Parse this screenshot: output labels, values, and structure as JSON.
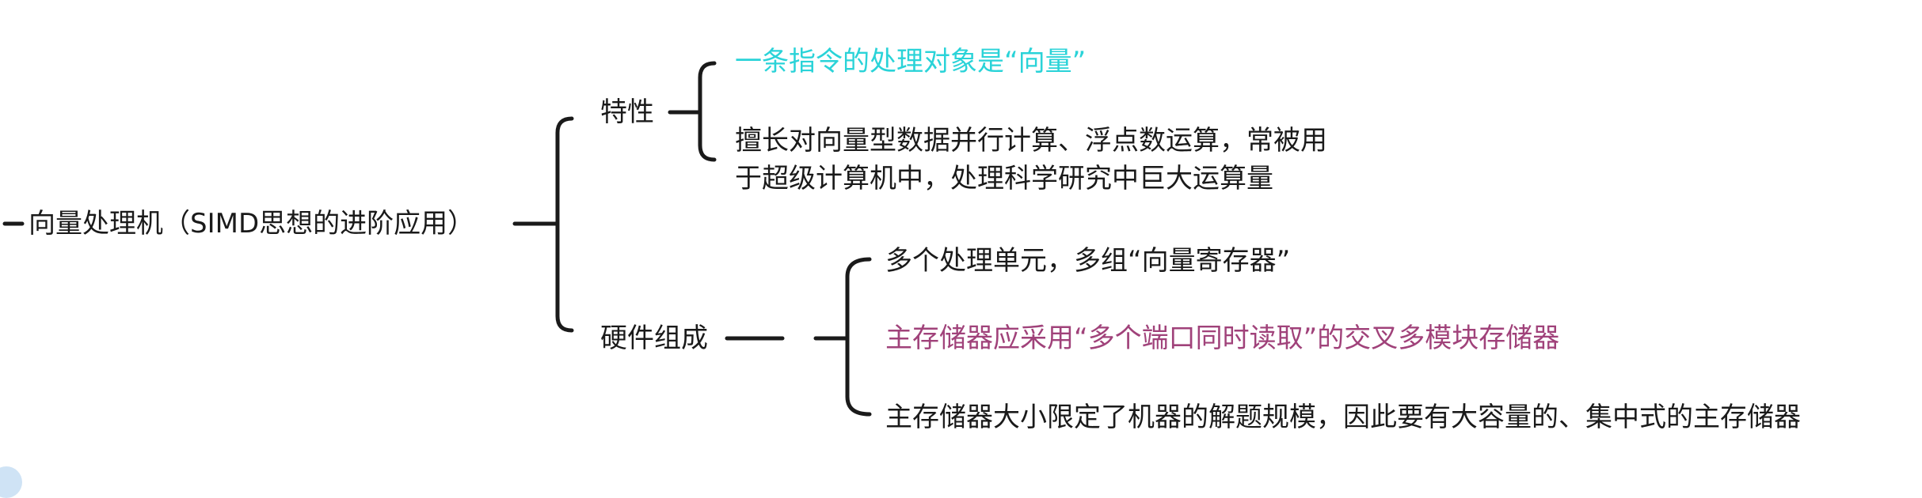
{
  "mindmap": {
    "root": {
      "label": "向量处理机（SIMD思想的进阶应用）"
    },
    "branches": [
      {
        "label": "特性",
        "children": [
          {
            "lines": [
              "一条指令的处理对象是“向量”"
            ],
            "color": "#2ad3d8"
          },
          {
            "lines": [
              "擅长对向量型数据并行计算、浮点数运算，常被用",
              "于超级计算机中，处理科学研究中巨大运算量"
            ],
            "color": "#1a1a1a"
          }
        ]
      },
      {
        "label": "硬件组成",
        "children": [
          {
            "lines": [
              "多个处理单元，多组“向量寄存器”"
            ],
            "color": "#1a1a1a"
          },
          {
            "lines": [
              "主存储器应采用“多个端口同时读取”的交叉多模块存储器"
            ],
            "color": "#a0427a"
          },
          {
            "lines": [
              "主存储器大小限定了机器的解题规模，因此要有大容量的、集中式的主存储器"
            ],
            "color": "#1a1a1a"
          }
        ]
      }
    ]
  },
  "colors": {
    "line": "#1a1a1a",
    "text": "#1a1a1a",
    "highlight_cyan": "#2ad3d8",
    "highlight_purple": "#a0427a"
  }
}
